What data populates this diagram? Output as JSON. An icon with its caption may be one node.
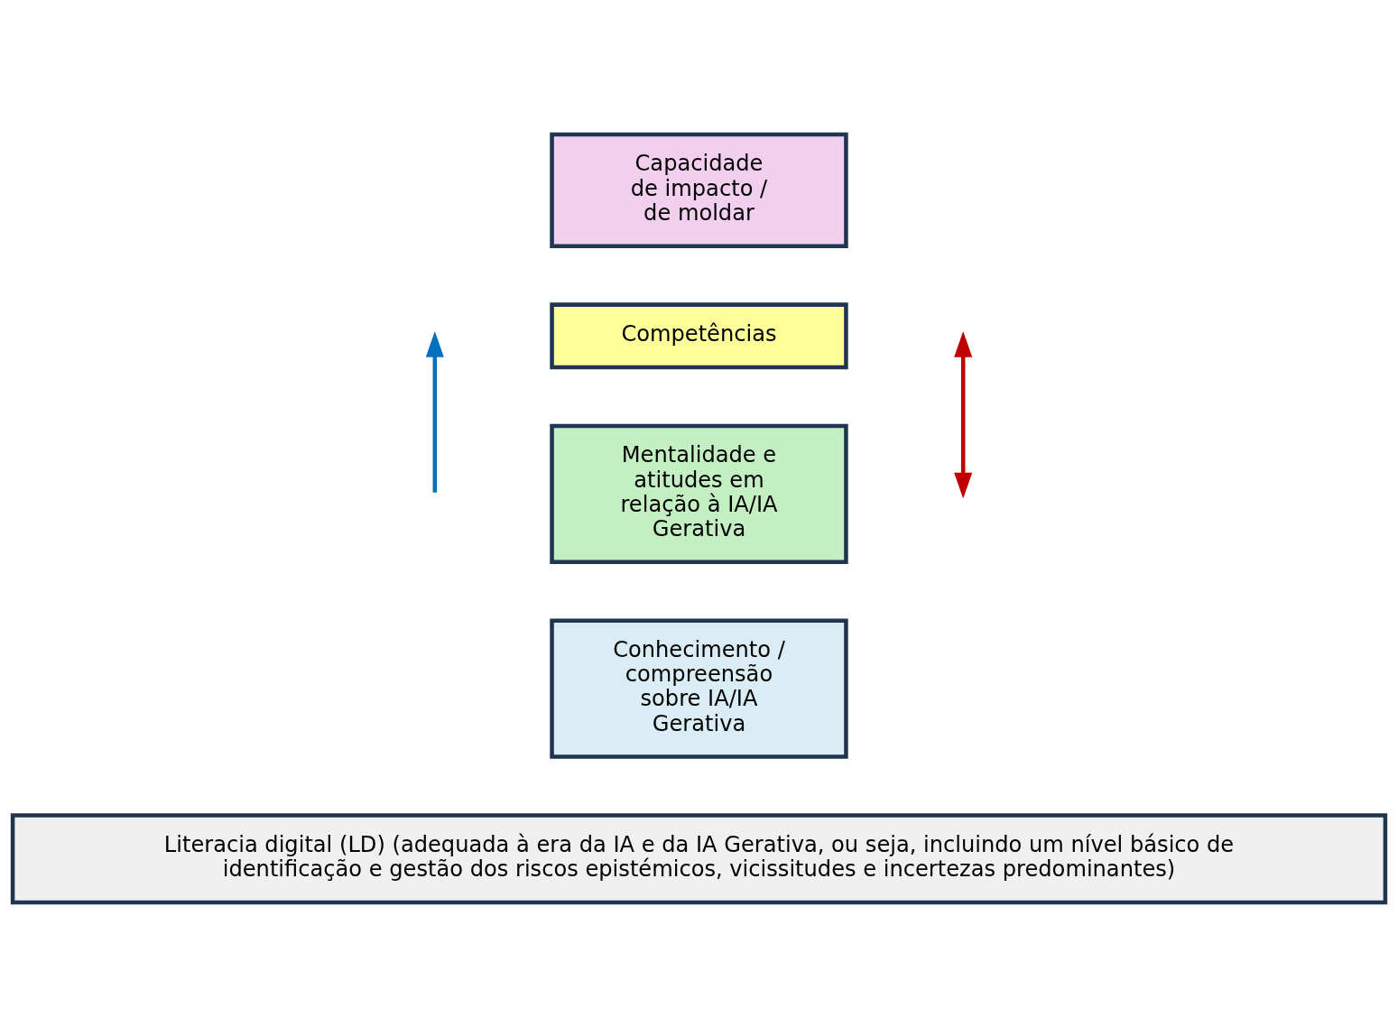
{
  "diagram": {
    "nodes": [
      {
        "text": [
          "Capacidade de impacto / de moldar"
        ]
      },
      {
        "text": [
          "Competências"
        ]
      },
      {
        "text": [
          "Mentalidade e atitudes em relação à IA/IA Gerativa"
        ]
      },
      {
        "text": [
          "Conhecimento / compreensão sobre IA/IA Gerativa"
        ]
      },
      {
        "text": [
          "Literacia digital (LD) (adequada à era da IA e da IA Gerativa, ou seja, incluindo um nível básico de identificação e gestão dos riscos epistémicos, vicissitudes e incertezas predominantes)"
        ]
      }
    ]
  }
}
